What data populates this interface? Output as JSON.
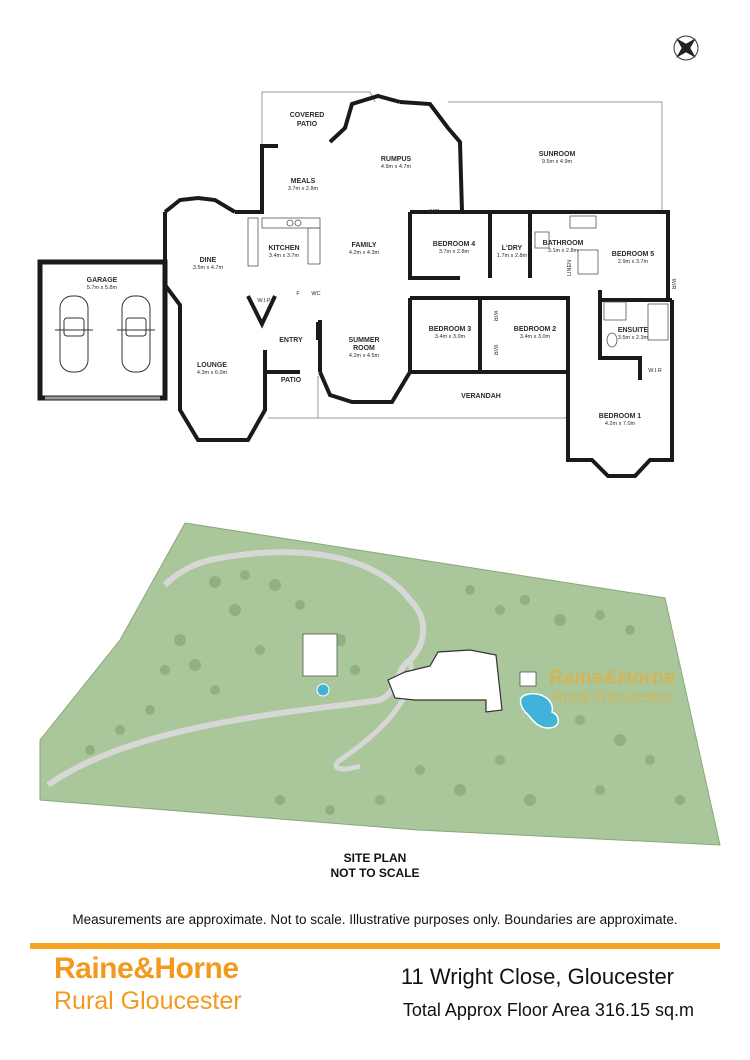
{
  "rooms": [
    {
      "key": "covered_patio",
      "name": "COVERED PATIO",
      "lines": [
        "COVERED",
        "PATIO"
      ],
      "dims": ""
    },
    {
      "key": "meals",
      "name": "MEALS",
      "lines": [
        "MEALS"
      ],
      "dims": "3.7m x 2.8m"
    },
    {
      "key": "rumpus",
      "name": "RUMPUS",
      "lines": [
        "RUMPUS"
      ],
      "dims": "4.9m x 4.7m"
    },
    {
      "key": "sunroom",
      "name": "SUNROOM",
      "lines": [
        "SUNROOM"
      ],
      "dims": "9.5m x 4.9m"
    },
    {
      "key": "garage",
      "name": "GARAGE",
      "lines": [
        "GARAGE"
      ],
      "dims": "5.7m x 5.8m"
    },
    {
      "key": "dine",
      "name": "DINE",
      "lines": [
        "DINE"
      ],
      "dims": "3.5m x 4.7m"
    },
    {
      "key": "kitchen",
      "name": "KITCHEN",
      "lines": [
        "KITCHEN"
      ],
      "dims": "3.4m x 3.7m"
    },
    {
      "key": "family",
      "name": "FAMILY",
      "lines": [
        "FAMILY"
      ],
      "dims": "4.2m x 4.3m"
    },
    {
      "key": "bedroom4",
      "name": "BEDROOM 4",
      "lines": [
        "BEDROOM 4"
      ],
      "dims": "3.7m x 2.8m"
    },
    {
      "key": "laundry",
      "name": "L'DRY",
      "lines": [
        "L'DRY"
      ],
      "dims": "1.7m x 2.8m"
    },
    {
      "key": "bathroom",
      "name": "BATHROOM",
      "lines": [
        "BATHROOM"
      ],
      "dims": "3.1m x 2.8m"
    },
    {
      "key": "bedroom5",
      "name": "BEDROOM 5",
      "lines": [
        "BEDROOM 5"
      ],
      "dims": "2.9m x 3.7m"
    },
    {
      "key": "lounge",
      "name": "LOUNGE",
      "lines": [
        "LOUNGE"
      ],
      "dims": "4.3m x 6.0m"
    },
    {
      "key": "entry",
      "name": "ENTRY",
      "lines": [
        "ENTRY"
      ],
      "dims": ""
    },
    {
      "key": "summer_room",
      "name": "SUMMER ROOM",
      "lines": [
        "SUMMER",
        "ROOM"
      ],
      "dims": "4.2m x 4.5m"
    },
    {
      "key": "bedroom3",
      "name": "BEDROOM 3",
      "lines": [
        "BEDROOM 3"
      ],
      "dims": "3.4m x 3.0m"
    },
    {
      "key": "bedroom2",
      "name": "BEDROOM 2",
      "lines": [
        "BEDROOM 2"
      ],
      "dims": "3.4m x 3.0m"
    },
    {
      "key": "ensuite",
      "name": "ENSUITE",
      "lines": [
        "ENSUITE"
      ],
      "dims": "3.5m x 2.3m"
    },
    {
      "key": "patio",
      "name": "PATIO",
      "lines": [
        "PATIO"
      ],
      "dims": ""
    },
    {
      "key": "verandah",
      "name": "VERANDAH",
      "lines": [
        "VERANDAH"
      ],
      "dims": ""
    },
    {
      "key": "bedroom1",
      "name": "BEDROOM 1",
      "lines": [
        "BEDROOM 1"
      ],
      "dims": "4.2m x 7.0m"
    }
  ],
  "small_labels": [
    "W/R",
    "W/R",
    "W/R",
    "W/R",
    "W.I.P",
    "F",
    "WC",
    "LINEN",
    "W.I.R"
  ],
  "site_plan": {
    "title": "SITE PLAN",
    "subtitle": "NOT TO SCALE",
    "watermark_line1": "Raine&Horne",
    "watermark_line2": "Rural Gloucester"
  },
  "disclaimer": "Measurements are approximate. Not to scale. Illustrative purposes only. Boundaries are approximate.",
  "brand": {
    "line1": "Raine&Horne",
    "line2": "Rural Gloucester",
    "color": "#f39a1e"
  },
  "property": {
    "address": "11 Wright Close, Gloucester",
    "floor_area": "Total Approx Floor Area 316.15 sq.m"
  },
  "colors": {
    "grass": "#a9c79a",
    "tree": "#8fb07f",
    "pool": "#3fb4d8",
    "wall": "#1a1a1a",
    "accent": "#f6a623"
  },
  "icons": [
    "compass-icon",
    "car-icon"
  ]
}
